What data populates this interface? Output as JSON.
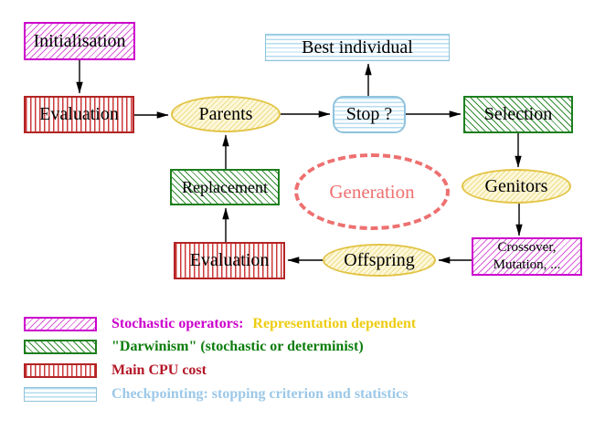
{
  "nodes": {
    "initialisation": {
      "label": "Initialisation"
    },
    "evaluation_top": {
      "label": "Evaluation"
    },
    "parents": {
      "label": "Parents"
    },
    "best_individual": {
      "label": "Best individual"
    },
    "stop": {
      "label": "Stop ?"
    },
    "selection": {
      "label": "Selection"
    },
    "replacement": {
      "label": "Replacement"
    },
    "generation": {
      "label": "Generation"
    },
    "genitors": {
      "label": "Genitors"
    },
    "crossover_mutation": {
      "line1": "Crossover,",
      "line2": "Mutation, ..."
    },
    "offspring": {
      "label": "Offspring"
    },
    "evaluation_bottom": {
      "label": "Evaluation"
    }
  },
  "edges": [
    {
      "from": "initialisation",
      "to": "evaluation_top"
    },
    {
      "from": "evaluation_top",
      "to": "parents"
    },
    {
      "from": "parents",
      "to": "stop"
    },
    {
      "from": "stop",
      "to": "best_individual"
    },
    {
      "from": "stop",
      "to": "selection"
    },
    {
      "from": "selection",
      "to": "genitors"
    },
    {
      "from": "genitors",
      "to": "crossover_mutation"
    },
    {
      "from": "crossover_mutation",
      "to": "offspring"
    },
    {
      "from": "offspring",
      "to": "evaluation_bottom"
    },
    {
      "from": "evaluation_bottom",
      "to": "replacement"
    },
    {
      "from": "replacement",
      "to": "parents"
    }
  ],
  "legend": {
    "row1": {
      "label": "Stochastic operators:",
      "label2": "Representation dependent"
    },
    "row2": {
      "label": "\"Darwinism\" (stochastic or determinist)"
    },
    "row3": {
      "label": "Main CPU cost"
    },
    "row4": {
      "label": "Checkpointing: stopping criterion and statistics"
    }
  },
  "colors": {
    "stochastic_magenta": "#cc00cc",
    "darwinism_green": "#1e7e1e",
    "cpu_red": "#b32424",
    "checkpoint_cyan": "#8fc3dc",
    "operator_yellow": "#e2c445",
    "generation_salmon": "#ee7070",
    "legend_gold_text": "#eecc11"
  }
}
